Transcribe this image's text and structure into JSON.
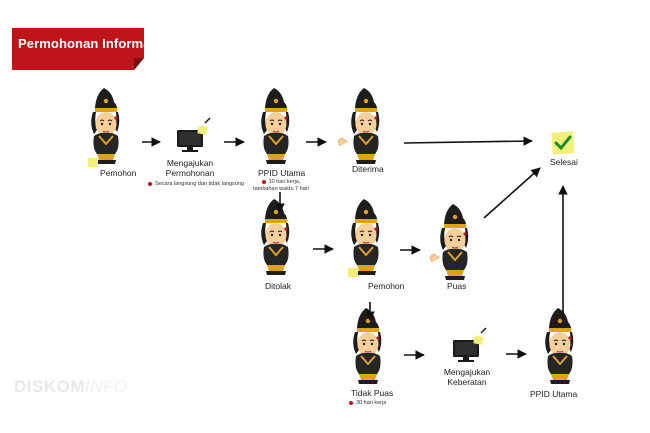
{
  "header": {
    "title": "Permohonan Informasi",
    "color": "#c0141b"
  },
  "nodes": {
    "pemohon_1": {
      "label": "Pemohon"
    },
    "mengajukan_permohonan": {
      "label_line1": "Mengajukan",
      "label_line2": "Permohonan",
      "note": "Secara langsung dan tidak langsung"
    },
    "ppid_utama_1": {
      "label": "PPID Utama",
      "note_line1": "10 hari kerja,",
      "note_line2": "tambahan waktu 7 hari"
    },
    "diterima": {
      "label": "Diterima"
    },
    "selesai": {
      "label": "Selesai"
    },
    "ditolak": {
      "label": "Ditolak"
    },
    "pemohon_2": {
      "label": "Pemohon"
    },
    "puas": {
      "label": "Puas"
    },
    "tidak_puas": {
      "label": "Tidak Puas",
      "note": "30 hari kerja"
    },
    "mengajukan_keberatan": {
      "label_line1": "Mengajukan",
      "label_line2": "Keberatan"
    },
    "ppid_utama_2": {
      "label": "PPID Utama"
    }
  },
  "watermark": {
    "bold": "DISKOM",
    "light": "INFO"
  },
  "colors": {
    "accent": "#c0141b",
    "arrow": "#111111",
    "check": "#1a8f2e",
    "sticky": "#f2f07a"
  }
}
